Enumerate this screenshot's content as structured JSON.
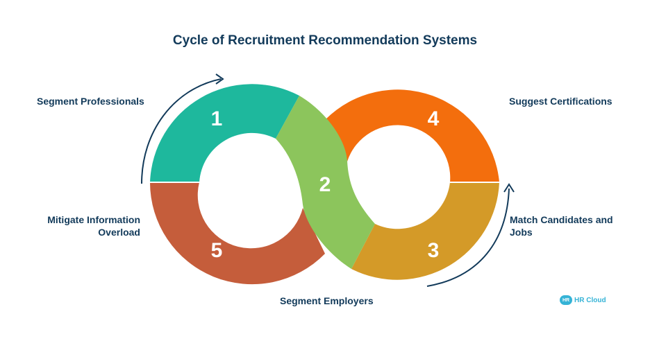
{
  "title": "Cycle of Recruitment Recommendation Systems",
  "steps": [
    {
      "number": "1",
      "label": "Segment Professionals",
      "color": "#1eb89d"
    },
    {
      "number": "2",
      "label": "Segment Employers",
      "color": "#8cc55c"
    },
    {
      "number": "3",
      "label": "Match Candidates and Jobs",
      "color": "#d49a28"
    },
    {
      "number": "4",
      "label": "Suggest Certifications",
      "color": "#f36e0d"
    },
    {
      "number": "5",
      "label": "Mitigate Information Overload",
      "color": "#c55d3b"
    }
  ],
  "labels": {
    "segment_professionals": "Segment Professionals",
    "suggest_certifications": "Suggest Certifications",
    "mitigate_line1": "Mitigate Information",
    "mitigate_line2": "Overload",
    "match_line1": "Match Candidates and",
    "match_line2": "Jobs",
    "segment_employers": "Segment Employers"
  },
  "logo": {
    "badge": "HR",
    "text": "HR Cloud"
  },
  "arrow_color": "#123a5a"
}
